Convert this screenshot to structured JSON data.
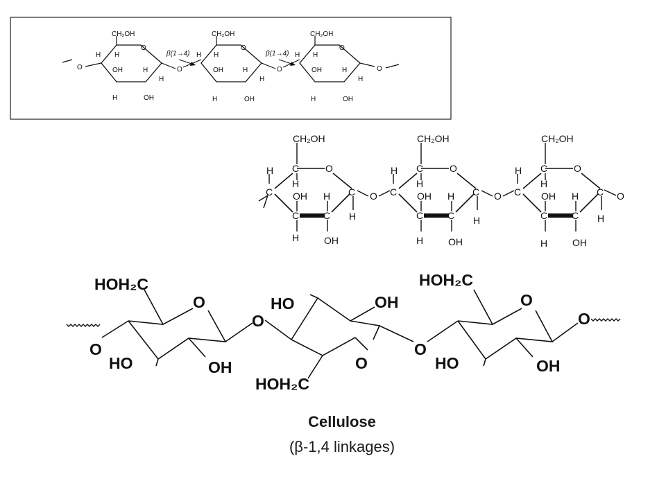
{
  "panel1": {
    "ch2oh": "CH₂OH",
    "h": "H",
    "oh": "OH",
    "o": "O",
    "link_label": "β(1→4)"
  },
  "panel2": {
    "ch2oh": "CH₂OH",
    "c": "C",
    "h": "H",
    "oh": "OH",
    "o": "O"
  },
  "panel3": {
    "hoh2c": "HOH₂C",
    "ho": "HO",
    "oh": "OH",
    "o": "O"
  },
  "caption": {
    "title": "Cellulose",
    "subtitle": "(β-1,4 linkages)"
  },
  "colors": {
    "ink": "#111111",
    "frame": "#222222",
    "background": "#ffffff"
  }
}
